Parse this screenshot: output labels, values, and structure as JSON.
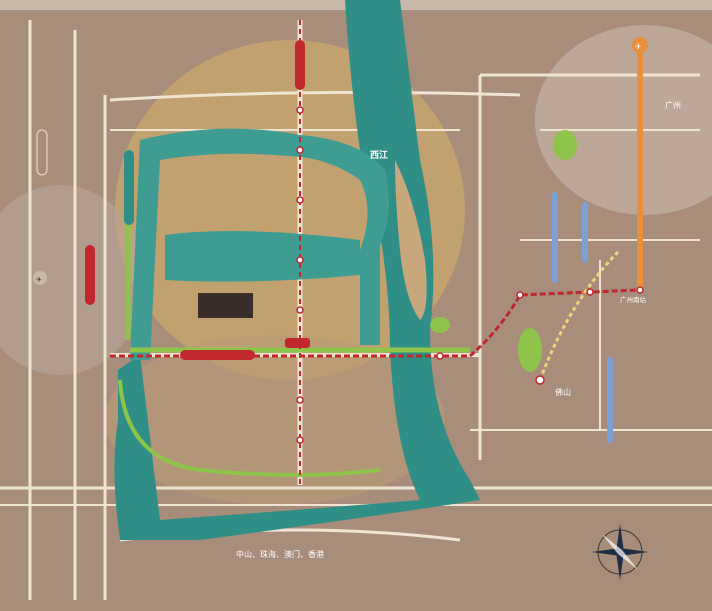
{
  "map": {
    "river_label": "西江",
    "district_label": "广州",
    "south_label": "佛山",
    "lake_label": "",
    "project_logo_text": "",
    "bottom_route_text": "中山、珠海、澳门、香港",
    "north_road_top": "",
    "highway_labels": [
      "广州南站"
    ],
    "colors": {
      "background": "#a88d7b",
      "land_glow": "#c6a46f",
      "river": "#2f8f86",
      "river_light": "#6fb3a6",
      "green": "#8ec44a",
      "orange_line": "#e8913a",
      "blue_line": "#7c9fd8",
      "red_road": "#c0282d",
      "road": "#efe3d2",
      "teal_lake": "#3f9c92"
    }
  }
}
